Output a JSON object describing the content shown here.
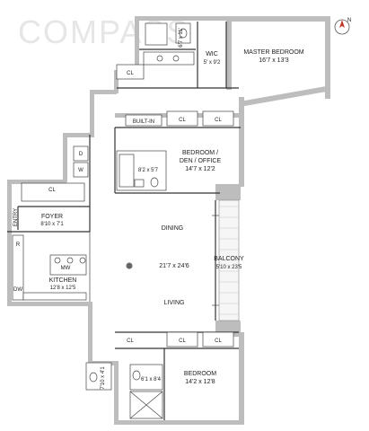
{
  "watermark": "COMPASS",
  "rooms": {
    "bath_top": {
      "dims": "6'7 x 11'"
    },
    "wic": {
      "name": "WIC",
      "dims": "5' x 9'2"
    },
    "master": {
      "name": "MASTER BEDROOM",
      "dims": "16'7 x 13'3"
    },
    "bedroom_den": {
      "name1": "BEDROOM /",
      "name2": "DEN / OFFICE",
      "dims": "14'7 x 12'2"
    },
    "bath_mid": {
      "dims": "8'2 x 5'7"
    },
    "foyer": {
      "name": "FOYER",
      "dims": "8'10 x 7'1"
    },
    "dining": {
      "name": "DINING"
    },
    "living_dims": {
      "dims": "21'7 x 24'6"
    },
    "living": {
      "name": "LIVING"
    },
    "balcony": {
      "name": "BALCONY",
      "dims": "5'10 x 23'5"
    },
    "kitchen": {
      "name": "KITCHEN",
      "dims": "12'8 x 12'5"
    },
    "bath_small": {
      "dims": "7'10 x 4'1"
    },
    "bath_low": {
      "dims": "6'1 x 8'4"
    },
    "bedroom2": {
      "name": "BEDROOM",
      "dims": "14'2 x 12'8"
    }
  },
  "labels": {
    "cl": "CL",
    "built_in": "BUILT-IN",
    "entry": "ENTRY",
    "dryer": "D",
    "washer": "W",
    "fridge": "R",
    "dishwasher": "DW",
    "microwave": "MW"
  },
  "compass": {
    "letter": "N"
  }
}
